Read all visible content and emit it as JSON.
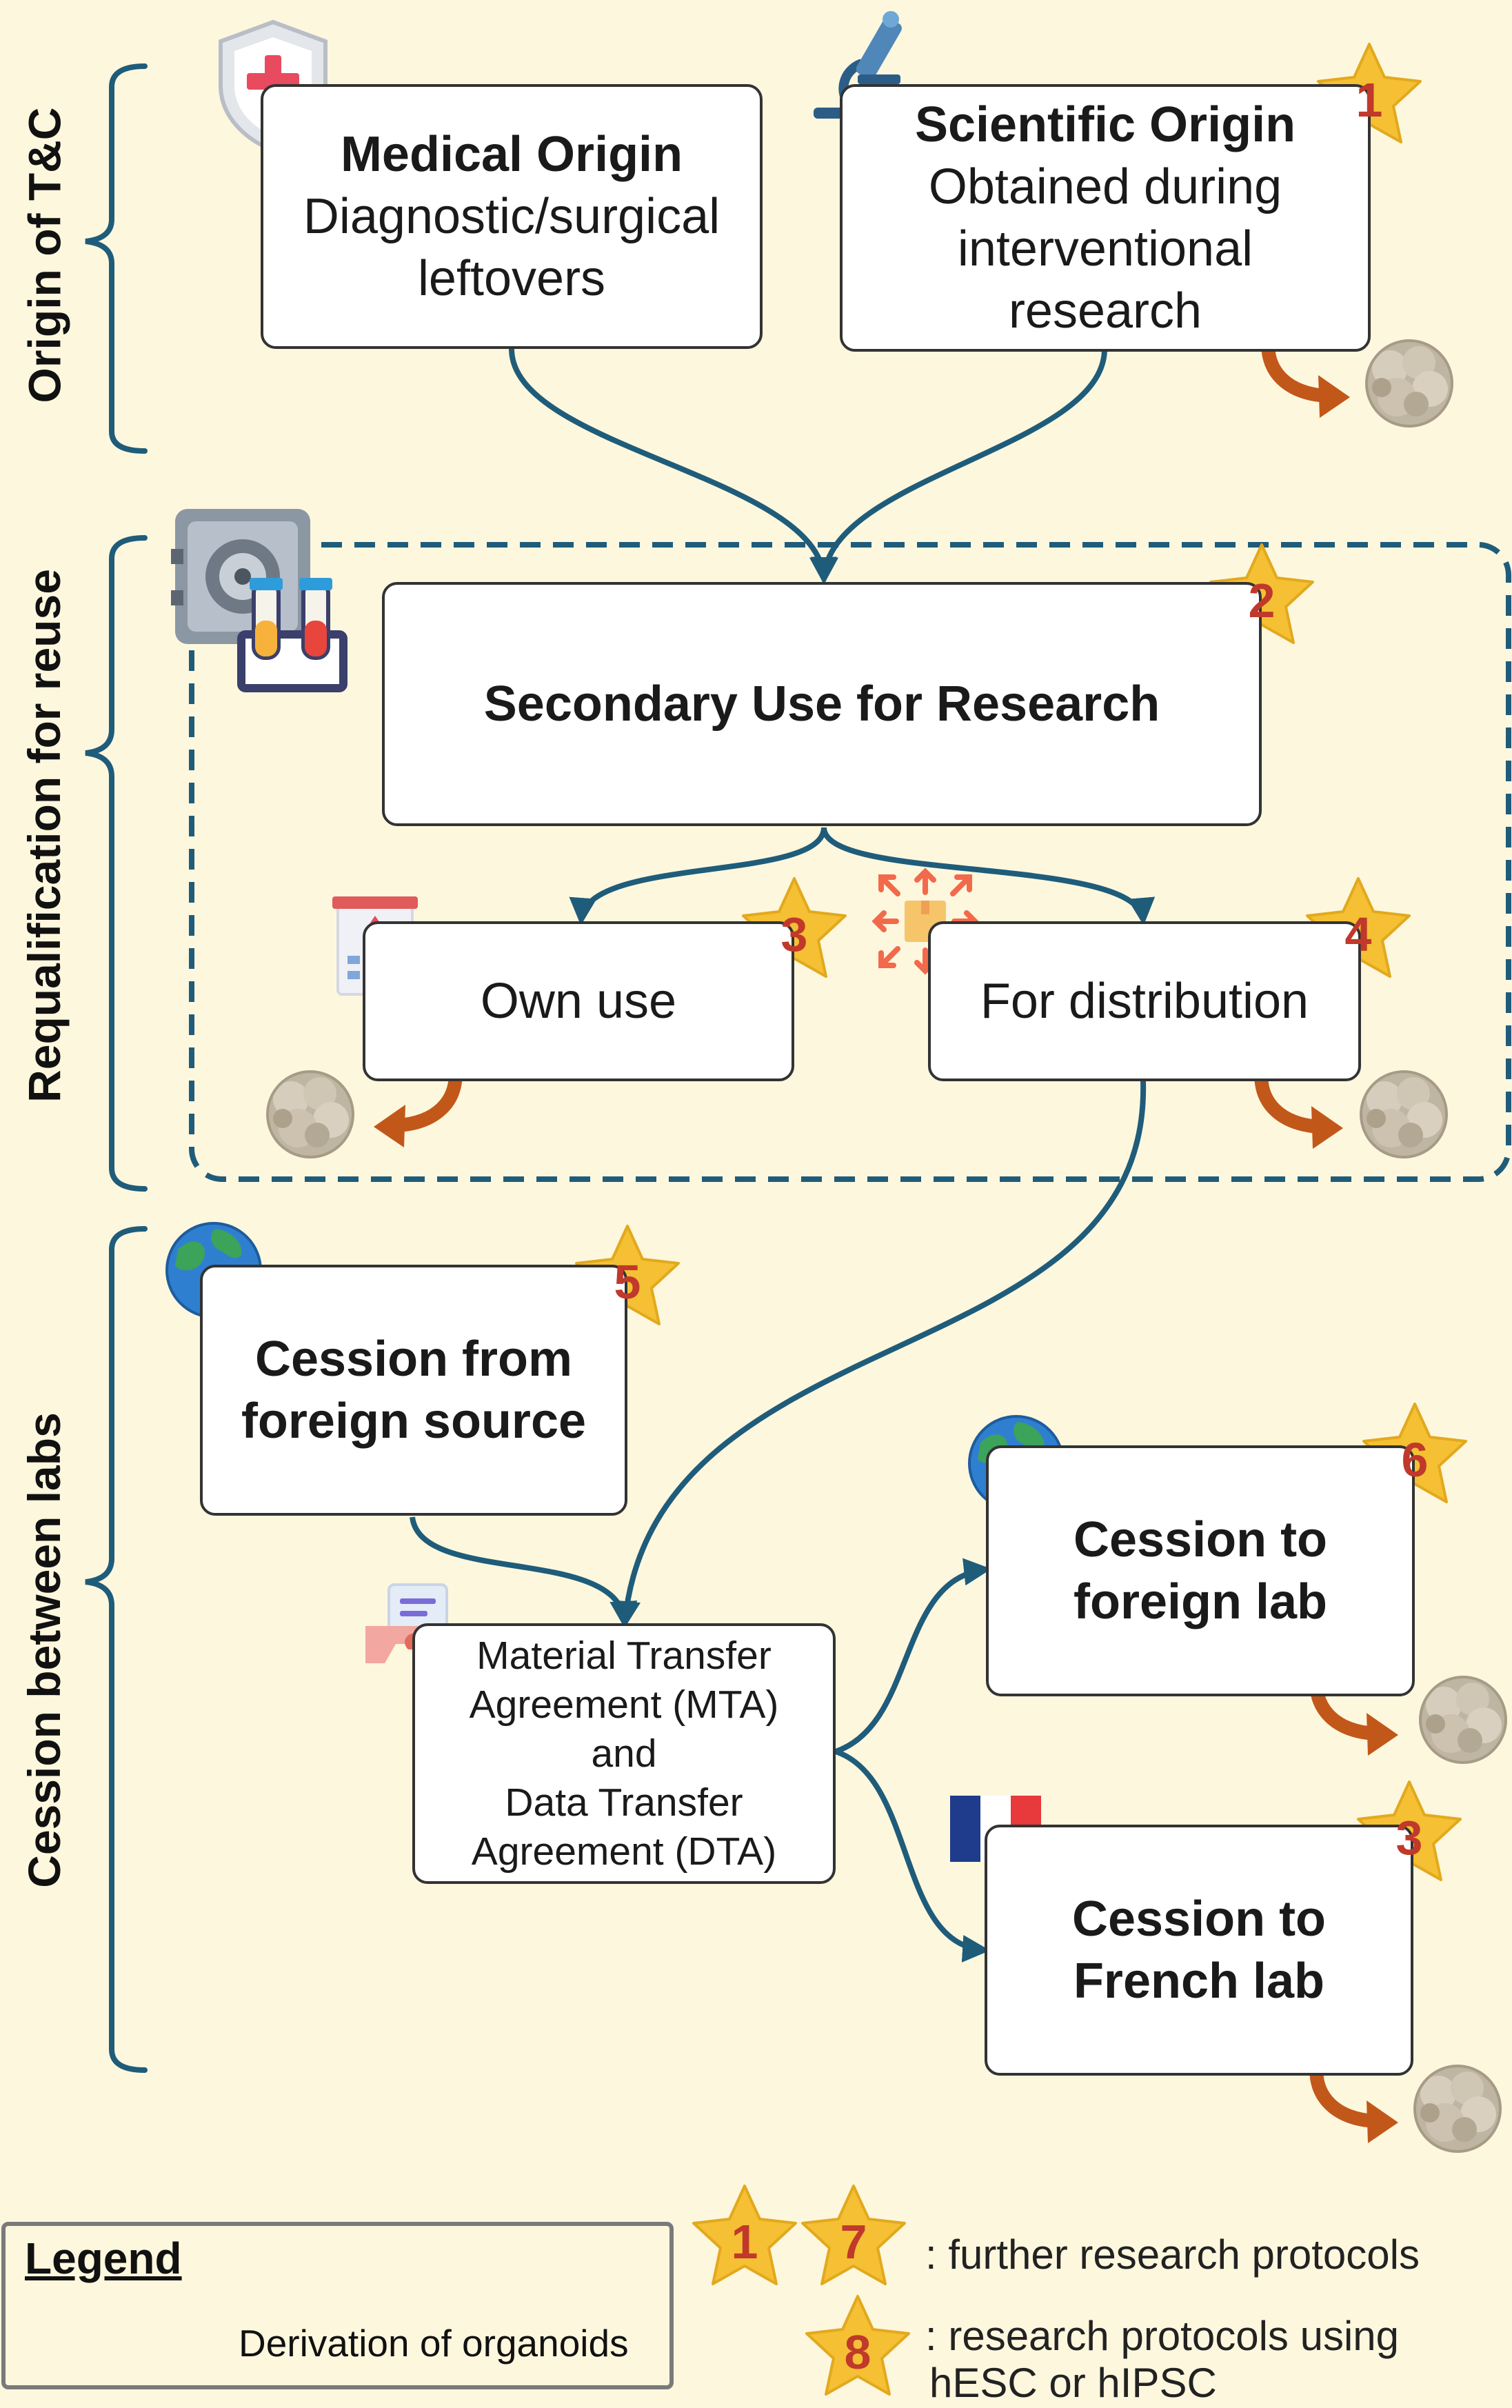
{
  "side_labels": {
    "origin": "Origin of T&C",
    "requalification": "Requalification for reuse",
    "cession": "Cession between labs"
  },
  "boxes": {
    "medical_origin": {
      "title": "Medical Origin",
      "body": [
        "Diagnostic/surgical",
        "leftovers"
      ]
    },
    "scientific_origin": {
      "title": "Scientific Origin",
      "body": [
        "Obtained during",
        "interventional",
        "research"
      ]
    },
    "secondary_use": {
      "title": "Secondary Use for Research"
    },
    "own_use": {
      "label": "Own use"
    },
    "for_distribution": {
      "label": "For distribution"
    },
    "cession_foreign_source": {
      "lines": [
        "Cession from",
        "foreign source"
      ]
    },
    "mta": {
      "lines": [
        "Material Transfer",
        "Agreement (MTA)",
        "and",
        "Data Transfer",
        "Agreement (DTA)"
      ]
    },
    "cession_foreign_lab": {
      "lines": [
        "Cession to",
        "foreign lab"
      ]
    },
    "cession_french_lab": {
      "lines": [
        "Cession to",
        "French lab"
      ]
    }
  },
  "badges": {
    "scientific_origin": "1",
    "secondary_use": "2",
    "own_use": "3",
    "for_distribution": "4",
    "cession_foreign_source": "5",
    "cession_foreign_lab": "6",
    "cession_french_lab": "3"
  },
  "legend": {
    "title": "Legend",
    "organoid_text": "Derivation of organoids",
    "star_a": "1",
    "star_b": "7",
    "star_c": "8",
    "note_further": ": further research protocols",
    "note_hesc_line1": ": research protocols using",
    "note_hesc_line2": "hESC or hIPSC"
  },
  "colors": {
    "background": "#FDF7DE",
    "arrow": "#1F5C7A",
    "derivation_arrow": "#C2571A",
    "star": "#F5C033",
    "badge_number": "#C0392B",
    "box_border": "#333333"
  },
  "icons": [
    "shield-cross-icon",
    "microscope-icon",
    "safe-icon",
    "test-tubes-icon",
    "hospital-icon",
    "distribution-box-icon",
    "globe-icon",
    "handshake-document-icon",
    "french-flag-icon",
    "organoid-icon",
    "curved-arrow-icon",
    "star-icon"
  ]
}
